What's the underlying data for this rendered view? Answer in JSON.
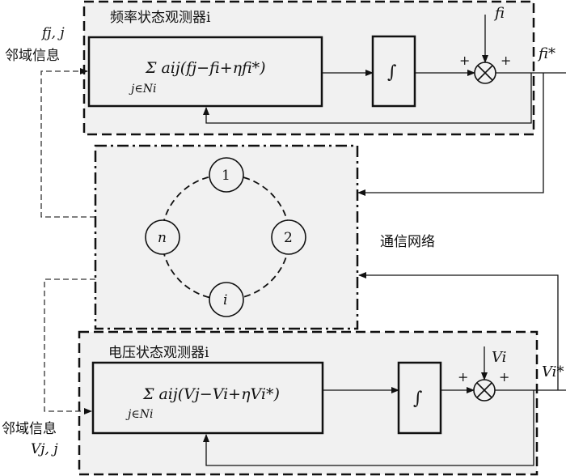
{
  "freq_observer": {
    "title": "频率状态观测器i",
    "sum_formula": "Σ aij(fj−fi+ηfi*)",
    "sum_index": "j∈Ni",
    "integrator": "∫",
    "ref_input": "fi",
    "output": "fi*",
    "plus1": "+",
    "plus2": "+"
  },
  "volt_observer": {
    "title": "电压状态观测器i",
    "sum_formula": "Σ aij(Vj−Vi+ηVi*)",
    "sum_index": "j∈Ni",
    "integrator": "∫",
    "ref_input": "Vi",
    "output": "Vi*",
    "plus1": "+",
    "plus2": "+"
  },
  "neighbor_top": {
    "label": "邻域信息",
    "vars": "fj, j"
  },
  "neighbor_bottom": {
    "label": "邻域信息",
    "vars": "Vj, j"
  },
  "network": {
    "label": "通信网络",
    "nodes": [
      "1",
      "2",
      "i",
      "n"
    ]
  }
}
